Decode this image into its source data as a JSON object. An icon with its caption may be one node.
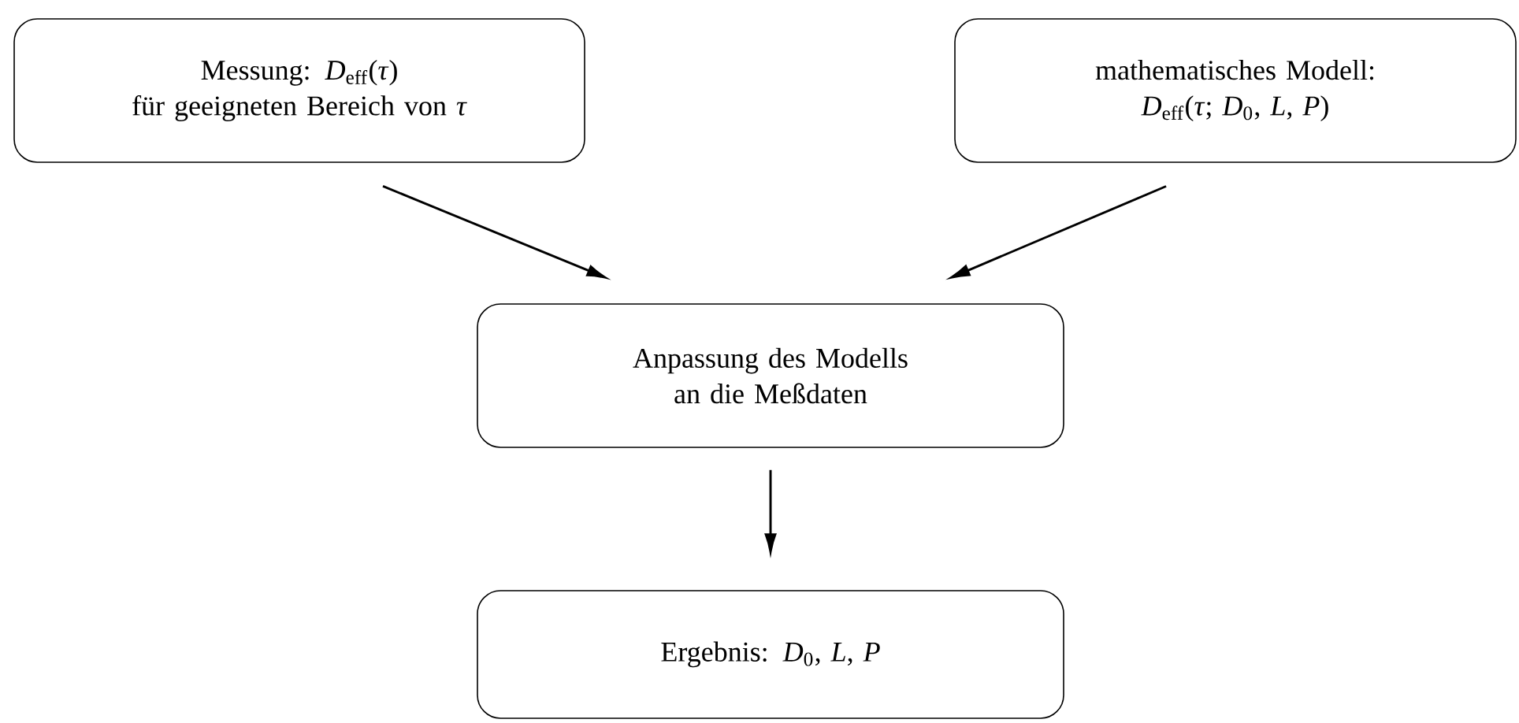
{
  "diagram": {
    "nodes": [
      {
        "text": [
          "Messung: *D*$_{eff}$(*τ*)",
          "für geeigneten Bereich von *τ*"
        ]
      },
      {
        "text": [
          "mathematisches Modell: *D*$_{eff}$(*τ*; *D*$_{0}$, *L*, *P*)"
        ]
      },
      {
        "text": [
          "Anpassung des Modells an die Meßdaten"
        ]
      },
      {
        "text": [
          "Ergebnis: *D*$_{0}$, *L*, *P*"
        ]
      }
    ],
    "edges": [
      {
        "from": 0,
        "to": 2,
        "arrow": "to"
      },
      {
        "from": 1,
        "to": 2,
        "arrow": "to"
      },
      {
        "from": 2,
        "to": 3,
        "arrow": "to"
      }
    ]
  }
}
